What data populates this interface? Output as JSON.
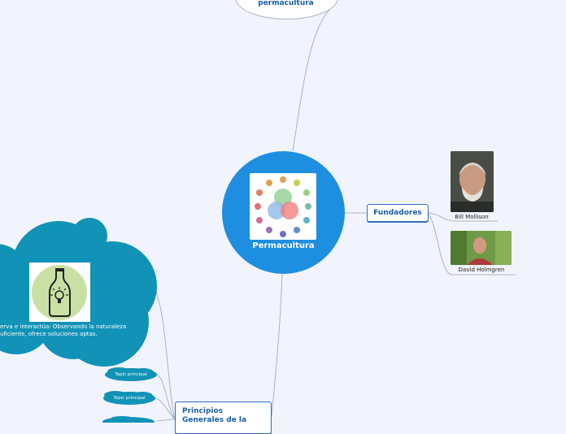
{
  "central": {
    "label": "Permacultura"
  },
  "top_node": {
    "label": "permacultura"
  },
  "founders": {
    "label": "Fundadores",
    "people": [
      {
        "name": "Bill Mollison"
      },
      {
        "name": "David Holmgren"
      }
    ]
  },
  "principles": {
    "label": "Principios Generales de la",
    "first": {
      "icon": "bottle-bulb-icon",
      "text_line1": "erva e interactúa: Observando la naturaleza",
      "text_line2": "uficiente, ofrece soluciones aptas."
    },
    "subtopics": [
      "Topic principal",
      "Topic principal"
    ]
  },
  "colors": {
    "background": "#f2f4fd",
    "central": "#1e8fe0",
    "cloud": "#1192b7",
    "node_border": "#2f6ac7",
    "node_text": "#1a5ea8"
  }
}
